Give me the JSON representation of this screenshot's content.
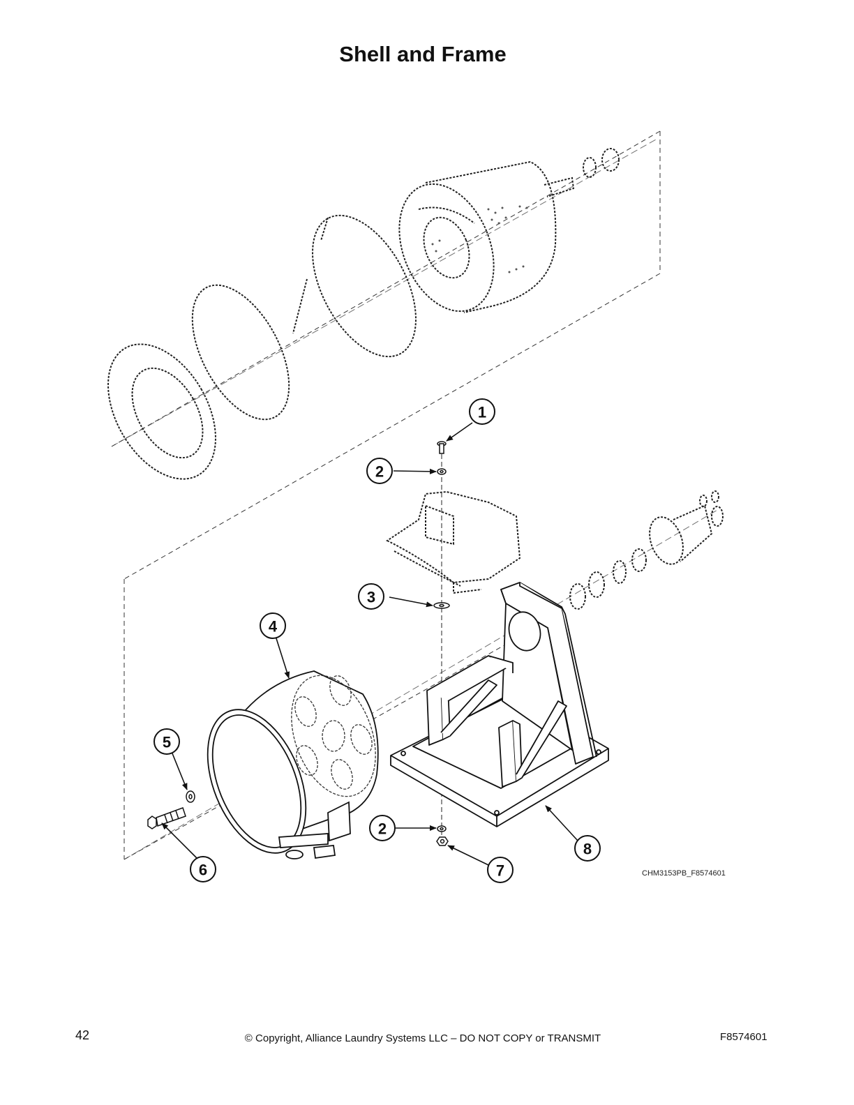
{
  "title": "Shell and Frame",
  "callouts": [
    {
      "id": "c1",
      "label": "1"
    },
    {
      "id": "c2a",
      "label": "2"
    },
    {
      "id": "c3",
      "label": "3"
    },
    {
      "id": "c4",
      "label": "4"
    },
    {
      "id": "c5",
      "label": "5"
    },
    {
      "id": "c6",
      "label": "6"
    },
    {
      "id": "c2b",
      "label": "2"
    },
    {
      "id": "c7",
      "label": "7"
    },
    {
      "id": "c8",
      "label": "8"
    }
  ],
  "figure_code": "CHM3153PB_F8574601",
  "footer": {
    "page_number": "42",
    "copyright": "© Copyright, Alliance Laundry Systems LLC – DO NOT COPY or TRANSMIT",
    "doc_number": "F8574601"
  }
}
